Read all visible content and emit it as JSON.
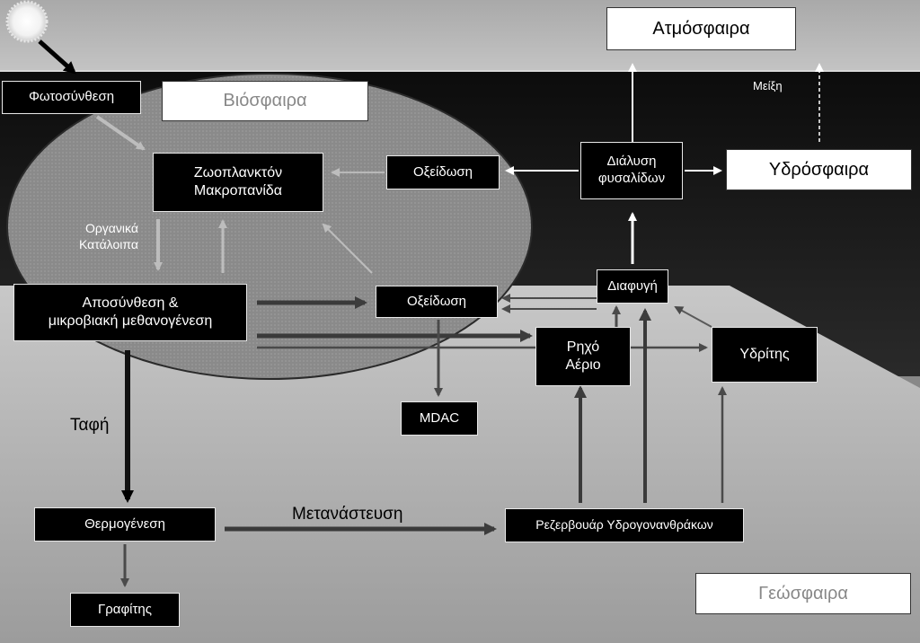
{
  "spheres": {
    "atmosphere": "Ατμόσφαιρα",
    "biosphere": "Βιόσφαιρα",
    "hydrosphere": "Υδρόσφαιρα",
    "geosphere": "Γεώσφαιρα"
  },
  "nodes": {
    "photosynthesis": "Φωτοσύνθεση",
    "zooplankton_line1": "Ζωοπλανκτόν",
    "zooplankton_line2": "Μακροπανίδα",
    "oxidation_upper": "Οξείδωση",
    "bubble_dissolution_line1": "Διάλυση",
    "bubble_dissolution_line2": "φυσαλίδων",
    "decomposition_line1": "Αποσύνθεση &",
    "decomposition_line2": "μικροβιακή μεθανογένεση",
    "oxidation_lower": "Οξείδωση",
    "escape": "Διαφυγή",
    "shallow_gas_line1": "Ρηχό",
    "shallow_gas_line2": "Αέριο",
    "hydrate": "Υδρίτης",
    "mdac": "MDAC",
    "thermogenesis": "Θερμογένεση",
    "hydrocarbon_reservoir": "Ρεζερβουάρ Υδρογονανθράκων",
    "graphite": "Γραφίτης"
  },
  "labels": {
    "mixing": "Μείξη",
    "organic_remains_line1": "Οργανικά",
    "organic_remains_line2": "Κατάλοιπα",
    "burial": "Ταφή",
    "migration": "Μετανάστευση"
  },
  "icons": {
    "sun": "sun-icon"
  },
  "colors": {
    "node_fill": "#000000",
    "node_text": "#ffffff",
    "sphere_fill": "#ffffff",
    "sea": "#1c1c1c",
    "sky": "#b9b9b9",
    "seafloor": "#b0b0b0",
    "biosphere_ellipse": "#8d8d8d"
  }
}
